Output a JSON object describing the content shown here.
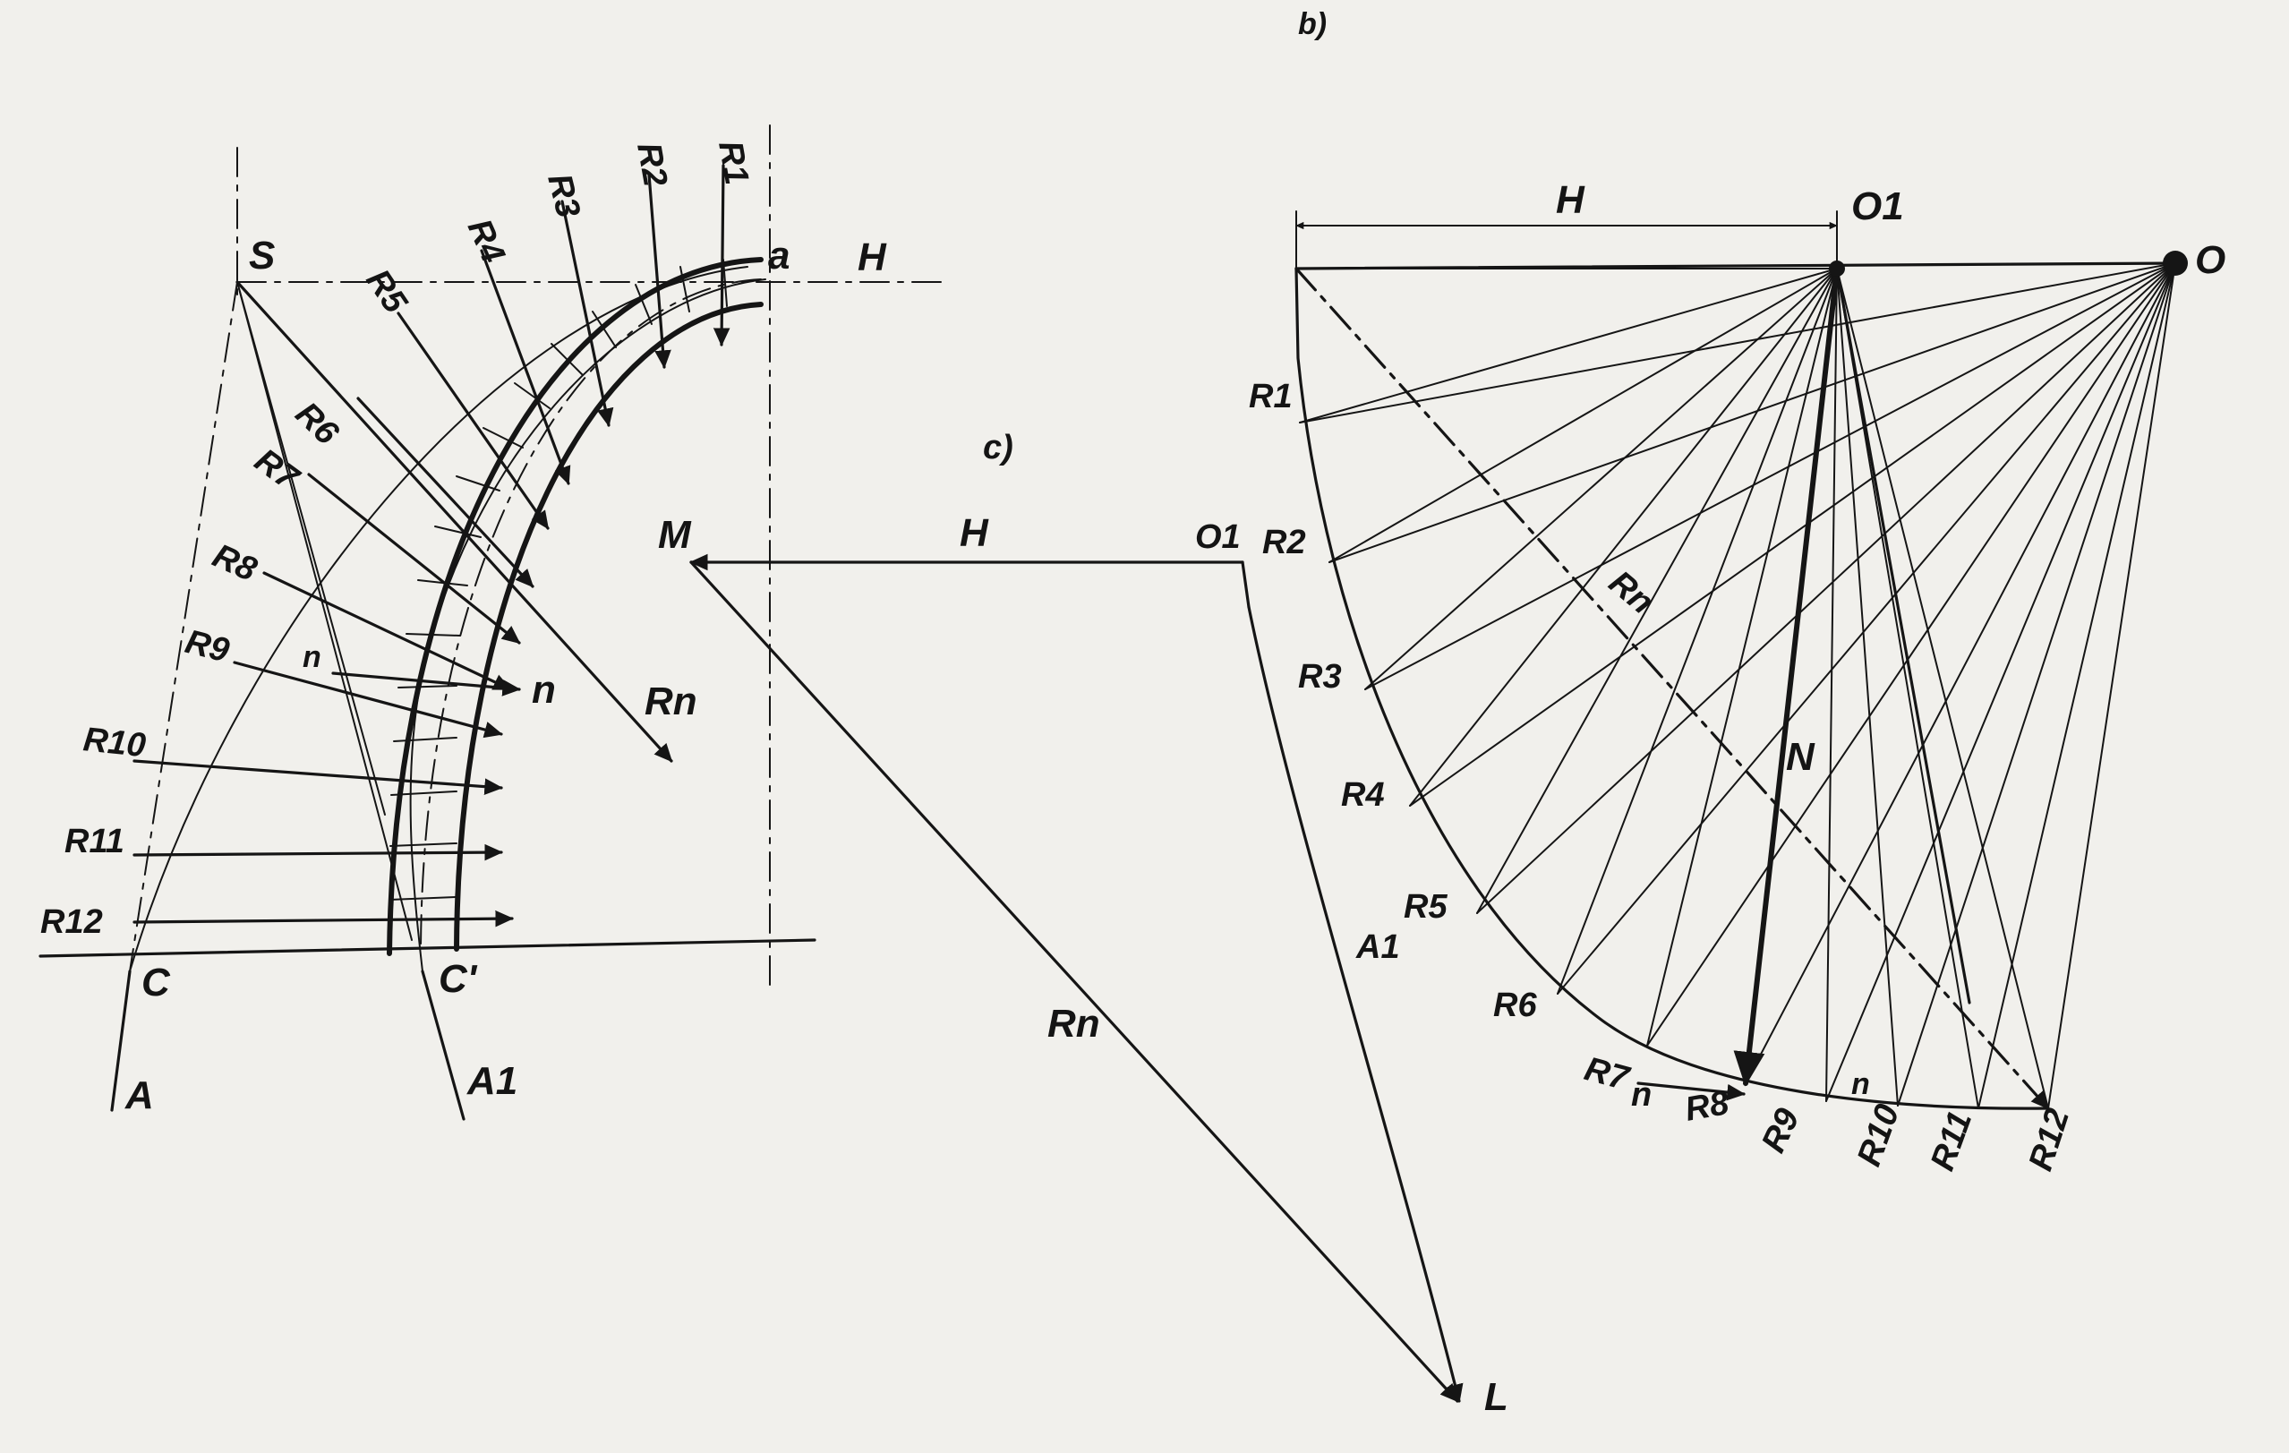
{
  "panels": {
    "b": "b)",
    "c": "c)"
  },
  "left": {
    "S": "S",
    "a": "a",
    "H": "H",
    "C": "C",
    "C_prime": "C'",
    "A": "A",
    "A1": "A1",
    "n_label": "n",
    "n_tip": "n",
    "Rn": "Rn",
    "forces": [
      "R1",
      "R2",
      "R3",
      "R4",
      "R5",
      "R6",
      "R7",
      "R8",
      "R9",
      "R10",
      "R11",
      "R12"
    ]
  },
  "middle": {
    "M": "M",
    "H": "H",
    "O1": "O1",
    "A1": "A1",
    "Rn": "Rn",
    "L": "L"
  },
  "right": {
    "H": "H",
    "O1": "O1",
    "O": "O",
    "Rn": "Rn",
    "N": "N",
    "n1": "n",
    "n2": "n",
    "forces": [
      "R1",
      "R2",
      "R3",
      "R4",
      "R5",
      "R6",
      "R7",
      "R8",
      "R9",
      "R10",
      "R11",
      "R12"
    ]
  }
}
